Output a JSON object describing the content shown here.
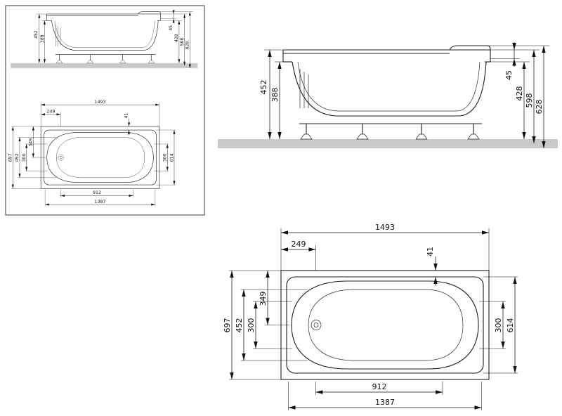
{
  "side_view": {
    "dim_452": "452",
    "dim_388": "388",
    "dim_45": "45",
    "dim_428": "428",
    "dim_598": "598",
    "dim_628": "628"
  },
  "top_view": {
    "dim_1493": "1493",
    "dim_249": "249",
    "dim_41": "41",
    "dim_349": "349",
    "dim_697": "697",
    "dim_452": "452",
    "dim_300_left": "300",
    "dim_300_right": "300",
    "dim_614": "614",
    "dim_912": "912",
    "dim_1387": "1387"
  },
  "colors": {
    "line": "#1c1c1c",
    "floor": "#c9c9c9"
  }
}
